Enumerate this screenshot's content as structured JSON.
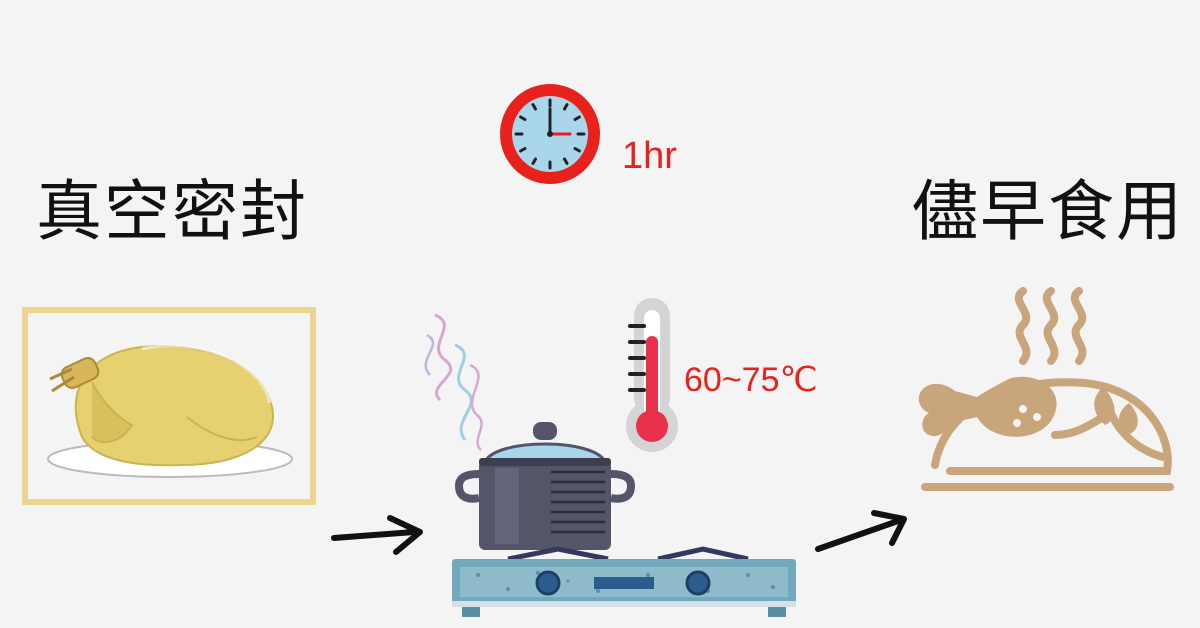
{
  "left": {
    "title": "真空密封"
  },
  "right": {
    "title": "儘早食用"
  },
  "time": {
    "label": "1hr"
  },
  "temperature": {
    "label": "60~75℃"
  },
  "colors": {
    "red": "#e8211d",
    "frame": "#ebd58f",
    "chicken": "#e6d06f",
    "pot": "#55556a",
    "stove": "#72a9bd",
    "roast": "#c8a57a"
  },
  "icons": {
    "clock": "clock-icon",
    "thermometer": "thermometer-icon",
    "steam": "steam-icon",
    "pot": "pot-icon",
    "stove": "gas-stove-icon",
    "chicken": "vacuum-sealed-chicken-icon",
    "roast": "roast-chicken-icon",
    "arrows": "arrow-icon"
  }
}
